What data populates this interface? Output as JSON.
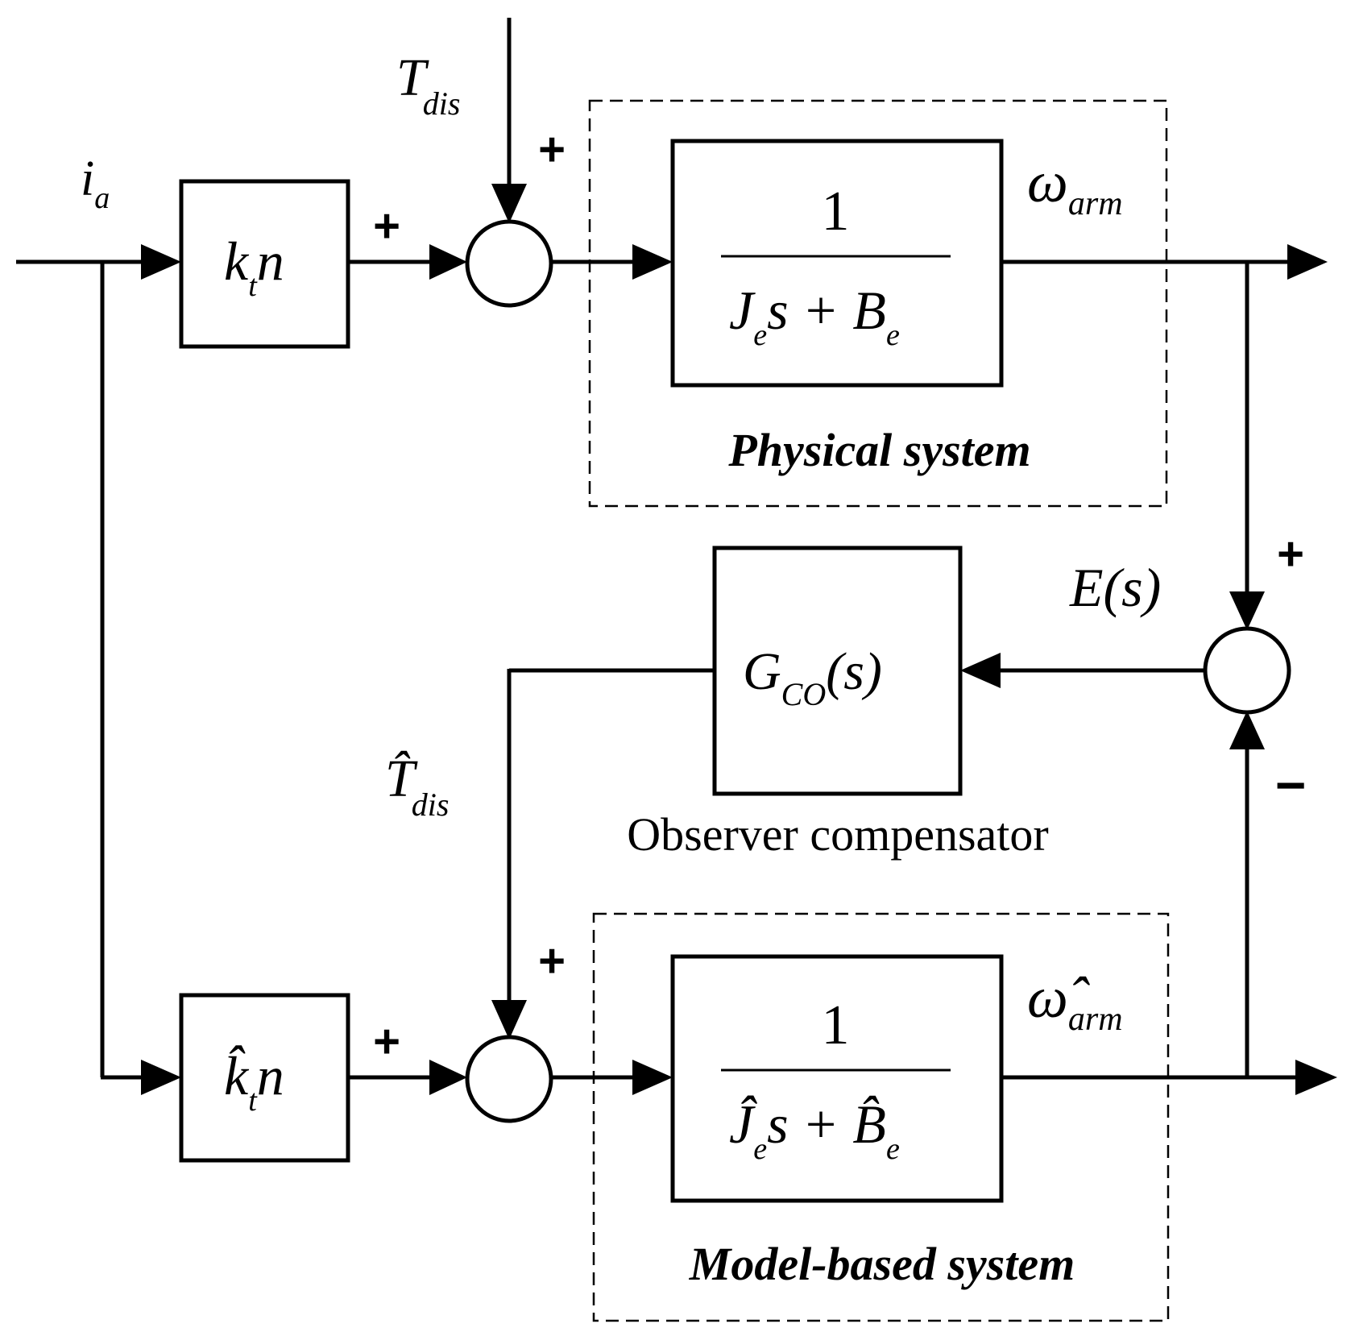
{
  "signals": {
    "input_current": "i",
    "input_current_sub": "a",
    "disturbance": "T",
    "disturbance_sub": "dis",
    "disturbance_est": "T̂",
    "disturbance_est_sub": "dis",
    "omega": "ω",
    "omega_sub": "arm",
    "omega_est": "ω̂",
    "omega_est_sub": "arm",
    "error": "E(s)"
  },
  "blocks": {
    "gain_top_main": "k",
    "gain_top_sub": "t",
    "gain_top_tail": "n",
    "gain_bottom_main": "k̂",
    "gain_bottom_sub": "t",
    "gain_bottom_tail": "n",
    "plant_numerator": "1",
    "plant_den_J": "J",
    "plant_den_J_sub": "e",
    "plant_den_s": "s + B",
    "plant_den_B_sub": "e",
    "model_numerator": "1",
    "model_den_J": "Ĵ",
    "model_den_J_sub": "e",
    "model_den_s": "s + B̂",
    "model_den_B_sub": "e",
    "compensator_main": "G",
    "compensator_sub": "CO",
    "compensator_tail": "(s)"
  },
  "captions": {
    "physical": "Physical system",
    "model": "Model-based system",
    "observer": "Observer compensator"
  },
  "signs": {
    "top_gain_plus": "+",
    "top_dist_plus": "+",
    "bottom_gain_plus": "+",
    "bottom_est_plus": "+",
    "error_plus": "+",
    "error_minus": "−"
  }
}
